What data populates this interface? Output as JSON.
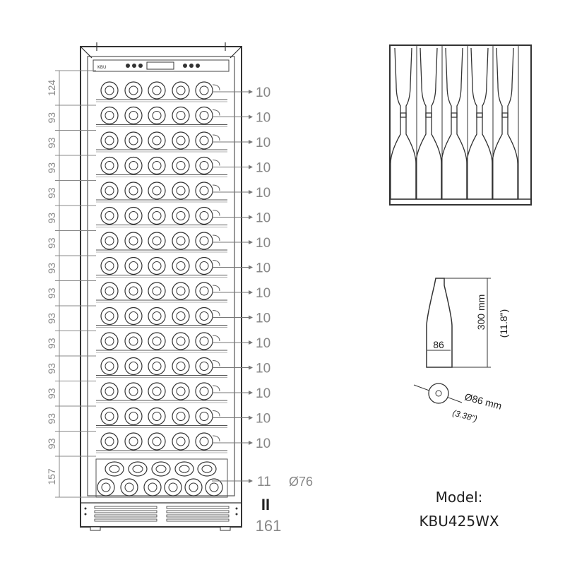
{
  "cabinet": {
    "brand_logo": "KBU",
    "shelf_spacings": [
      "124",
      "93",
      "93",
      "93",
      "93",
      "93",
      "93",
      "93",
      "93",
      "93",
      "93",
      "93",
      "93",
      "93",
      "93"
    ],
    "bottom_spacing": "157",
    "shelf_capacity": "10",
    "bottom_capacity": "11",
    "bottom_bottle_diameter": "Ø76",
    "total_capacity": "161",
    "total_symbol": "II"
  },
  "bottle_dims": {
    "height_mm": "300 mm",
    "height_in": "(11.8\")",
    "width_label": "86",
    "diameter_mm": "Ø86 mm",
    "diameter_in": "(3.38\")"
  },
  "model": {
    "label": "Model:",
    "name": "KBU425WX"
  }
}
